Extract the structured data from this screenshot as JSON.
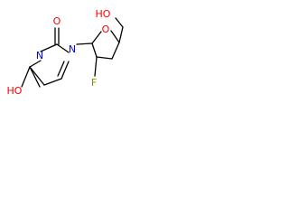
{
  "colors": {
    "bond": "#000000",
    "oxygen": "#ff0000",
    "nitrogen": "#0000ff",
    "fluorine": "#7a9a00",
    "carbon": "#000000",
    "background": "#ffffff"
  },
  "atoms": {
    "o_carbonyl": "O",
    "n_ring_upper": "N",
    "n_ring_lower": "N",
    "o_hydroxy_base": "HO",
    "o_furanose_ring": "O",
    "o_hydroxymethyl": "HO",
    "f_substituent": "F"
  }
}
